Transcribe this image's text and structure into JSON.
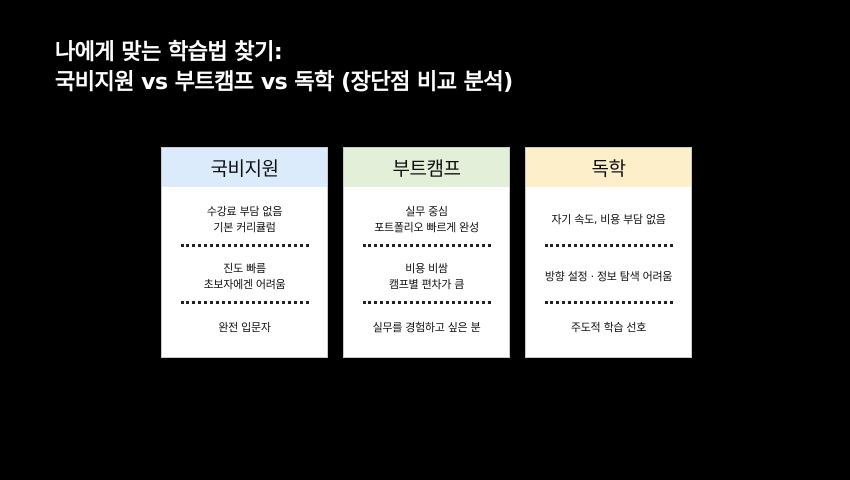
{
  "title": {
    "line1": "나에게 맞는 학습법 찾기:",
    "line2": "국비지원 vs 부트캠프 vs 독학 (장단점 비교 분석)"
  },
  "cards": [
    {
      "name": "국비지원",
      "header_color": "#dcebfb",
      "items": [
        [
          "수강료 부담 없음",
          "기본 커리큘럼"
        ],
        [
          "진도 빠름",
          "초보자에겐 어려움"
        ],
        [
          "완전 입문자"
        ]
      ]
    },
    {
      "name": "부트캠프",
      "header_color": "#e3efd9",
      "items": [
        [
          "실무 중심",
          "포트폴리오 빠르게 완성"
        ],
        [
          "비용 비쌈",
          "캠프별 편차가 큼"
        ],
        [
          "실무를 경험하고 싶은 분"
        ]
      ]
    },
    {
      "name": "독학",
      "header_color": "#fcefca",
      "items": [
        [
          "자기 속도, 비용 부담 없음"
        ],
        [
          "방향 설정 · 정보 탐색 어려움"
        ],
        [
          "주도적 학습 선호"
        ]
      ]
    }
  ]
}
